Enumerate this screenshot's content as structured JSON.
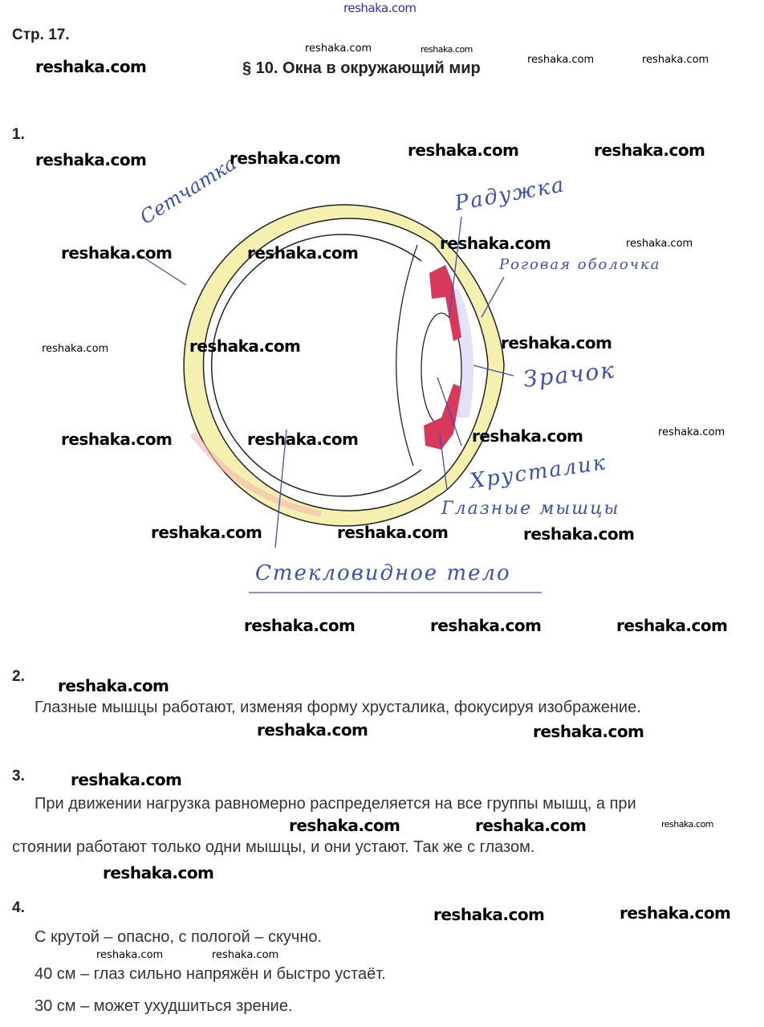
{
  "watermark": "reshaka.com",
  "header": {
    "page_label": "Стр. 17.",
    "section_title": "§ 10. Окна в окружающий мир"
  },
  "tasks": [
    {
      "number": "1.",
      "diagram_labels": {
        "retina": "Сетчатка",
        "iris": "Радужка",
        "cornea": "Роговая оболочка",
        "pupil": "Зрачок",
        "lens": "Хрусталик",
        "eye_muscles": "Глазные мышцы",
        "vitreous_body": "Стекловидное тело"
      }
    },
    {
      "number": "2.",
      "lines": [
        "Глазные мышцы работают, изменяя форму хрусталика, фокусируя изображение."
      ]
    },
    {
      "number": "3.",
      "lines": [
        "При движении нагрузка равномерно распределяется на все группы мышц, а при",
        "стоянии работают только одни мышцы, и они устают. Так же с глазом."
      ]
    },
    {
      "number": "4.",
      "lines": [
        "С крутой – опасно, с пологой – скучно.",
        "40 см – глаз сильно напряжён и быстро устаёт.",
        "30 см – может ухудшиться зрение."
      ]
    }
  ],
  "colors": {
    "handwriting": "#3a4fb8",
    "sclera": "#f6f0b0",
    "iris": "#d8385a",
    "watermark_top": "#2a2ad0"
  }
}
